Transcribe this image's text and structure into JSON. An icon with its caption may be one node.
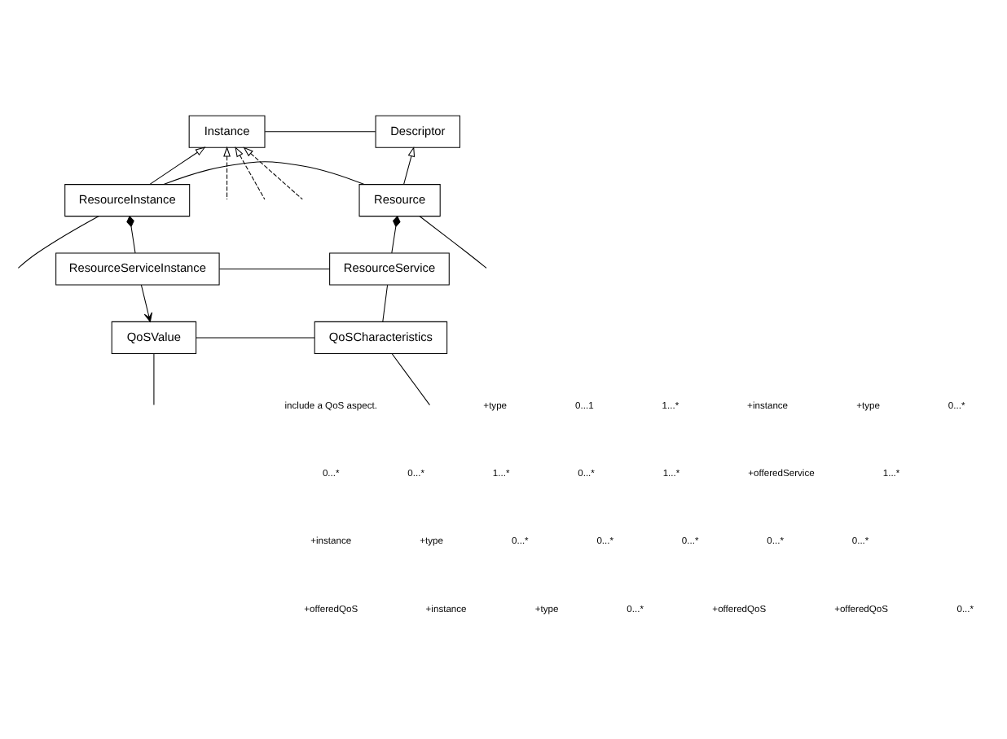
{
  "diagram": {
    "nodes": [
      {
        "text": [
          "Instance"
        ]
      },
      {
        "text": [
          "Descriptor"
        ]
      },
      {
        "text": [
          "ResourceInstance"
        ]
      },
      {
        "text": [
          "Resource"
        ]
      },
      {
        "text": [
          "ResourceServiceInstance"
        ]
      },
      {
        "text": [
          "ResourceService"
        ]
      },
      {
        "text": [
          "QoSValue"
        ]
      },
      {
        "text": [
          "QoSCharacteristics"
        ]
      }
    ],
    "edges": [
      {
        "from": 0,
        "to": 1,
        "arrow": "none"
      },
      {
        "from": 2,
        "to": 0,
        "arrow": "to"
      },
      {
        "from": 3,
        "to": 1,
        "arrow": "to"
      },
      {
        "from": 2,
        "to": 3,
        "arrow": "none"
      },
      {
        "from": 2,
        "to": 4,
        "arrow": "other"
      },
      {
        "from": 3,
        "to": 5,
        "arrow": "other"
      },
      {
        "from": 4,
        "to": 5,
        "arrow": "none"
      },
      {
        "from": 4,
        "to": 6,
        "arrow": "to"
      },
      {
        "from": 5,
        "to": 7,
        "arrow": "none"
      },
      {
        "from": 6,
        "to": 7,
        "arrow": "none"
      },
      {
        "from": null,
        "to": 0,
        "arrow": "to",
        "style": "dashed"
      },
      {
        "from": null,
        "to": 0,
        "arrow": "to",
        "style": "dashed"
      },
      {
        "from": null,
        "to": 0,
        "arrow": "to",
        "style": "dashed"
      },
      {
        "from": 2,
        "to": null,
        "arrow": "none"
      },
      {
        "from": 3,
        "to": null,
        "arrow": "none"
      },
      {
        "from": 6,
        "to": null,
        "arrow": "none"
      },
      {
        "from": 7,
        "to": null,
        "arrow": "none"
      }
    ],
    "labels": [
      "include a QoS aspect.",
      "+type",
      "0...1",
      "1...*",
      "+instance",
      "+type",
      "0...*",
      "0...*",
      "0...*",
      "1...*",
      "0...*",
      "1...*",
      "+offeredService",
      "1...*",
      "+instance",
      "+type",
      "0...*",
      "0...*",
      "0...*",
      "0...*",
      "0...*",
      "+offeredQoS",
      "+instance",
      "+type",
      "0...*",
      "+offeredQoS",
      "+offeredQoS",
      "0...*"
    ]
  }
}
